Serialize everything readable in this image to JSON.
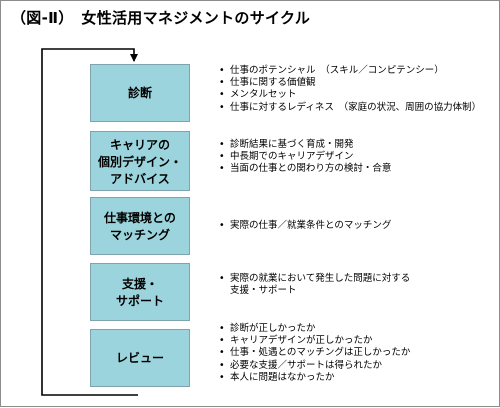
{
  "title": "（図-Ⅱ）　女性活用マネジメントのサイクル",
  "steps": [
    {
      "label": "診断",
      "bullets": [
        "仕事のポテンシャル　（スキル／コンピテンシー）",
        "仕事に関する価値観",
        "メンタルセット",
        "仕事に対するレディネス　（家庭の状況、周囲の協力体制）"
      ]
    },
    {
      "label": "キャリアの\n個別デザイン・\nアドバイス",
      "bullets": [
        "診断結果に基づく育成・開発",
        "中長期でのキャリアデザイン",
        "当面の仕事との関わり方の検討・合意"
      ]
    },
    {
      "label": "仕事環境との\nマッチング",
      "bullets": [
        "実際の仕事／就業条件とのマッチング"
      ]
    },
    {
      "label": "支援・\nサポート",
      "bullets": [
        "実際の就業において発生した問題に対する\n支援・サポート"
      ]
    },
    {
      "label": "レビュー",
      "bullets": [
        "診断が正しかったか",
        "キャリアデザインが正しかったか",
        "仕事・処遇とのマッチングは正しかったか",
        "必要な支援／サポートは得られたか",
        "本人に問題はなかったか"
      ]
    }
  ],
  "colors": {
    "box_fill": "#9bd4dc",
    "box_border": "#7fa4ad",
    "line": "#000000"
  }
}
